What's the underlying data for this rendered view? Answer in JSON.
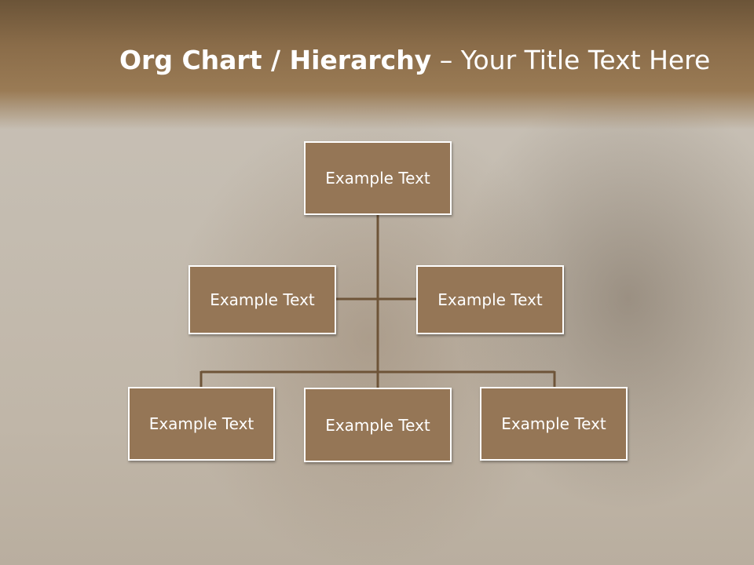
{
  "title": {
    "bold": "Org Chart / Hierarchy",
    "separator": " – ",
    "rest": "Your Title Text Here"
  },
  "org_chart": {
    "top": "Example Text",
    "assistants": [
      "Example Text",
      "Example Text"
    ],
    "subordinates": [
      "Example Text",
      "Example Text",
      "Example Text"
    ]
  },
  "colors": {
    "node_fill": "#957656",
    "node_border": "#ffffff",
    "connector": "#6e5438",
    "header": "#8a6c49"
  }
}
